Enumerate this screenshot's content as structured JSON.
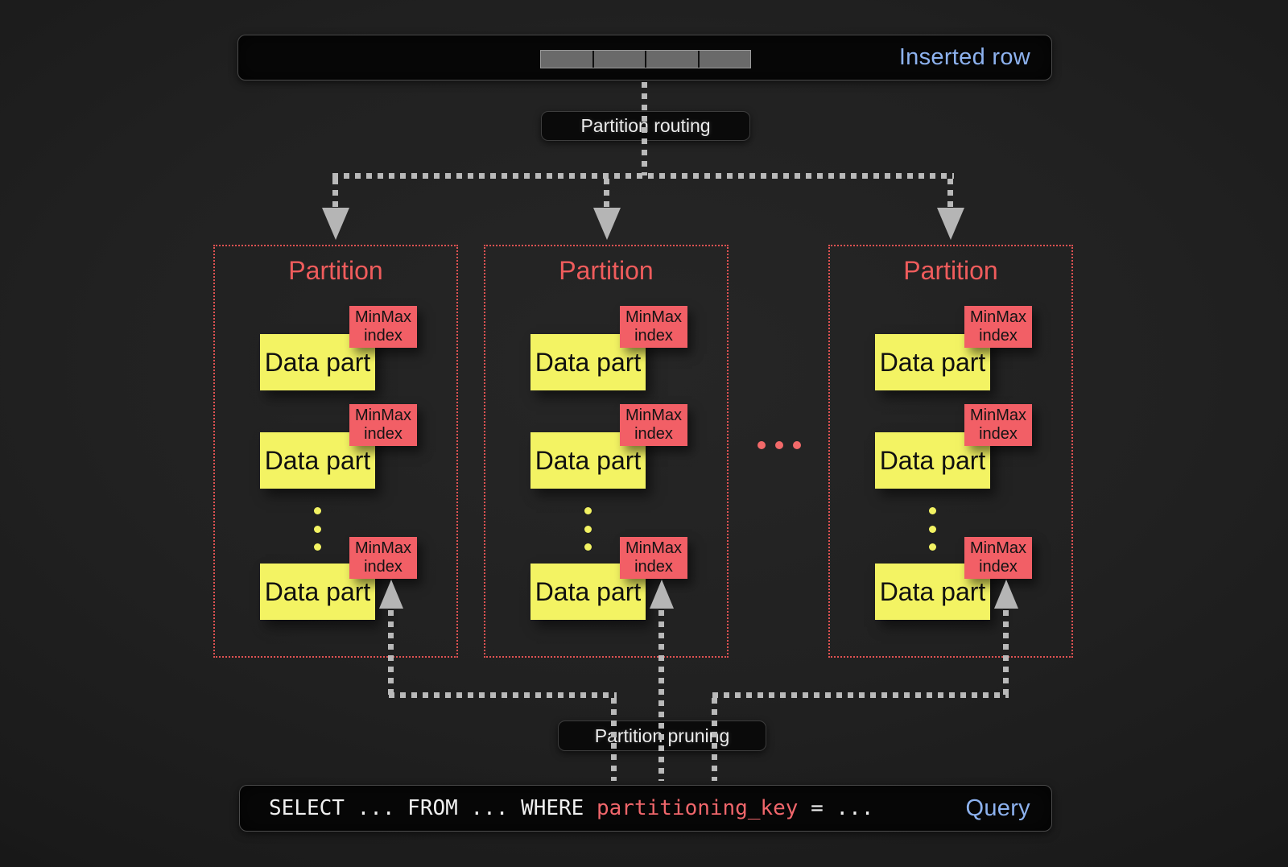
{
  "colors": {
    "accent_blue": "#8db2ef",
    "salmon_red": "#ef5c5c",
    "data_part_yellow": "#f3f363",
    "connector_grey": "#b9b9b9",
    "box_background": "#070707"
  },
  "inserted_row": {
    "label": "Inserted row",
    "segment_count": 4
  },
  "labels": {
    "routing": "Partition routing",
    "pruning": "Partition pruning"
  },
  "partitions": [
    {
      "title": "Partition",
      "rows": [
        {
          "part": "Data part",
          "index": "MinMax index"
        },
        {
          "part": "Data part",
          "index": "MinMax index"
        },
        {
          "part": "Data part",
          "index": "MinMax index"
        }
      ]
    },
    {
      "title": "Partition",
      "rows": [
        {
          "part": "Data part",
          "index": "MinMax index"
        },
        {
          "part": "Data part",
          "index": "MinMax index"
        },
        {
          "part": "Data part",
          "index": "MinMax index"
        }
      ]
    },
    {
      "title": "Partition",
      "rows": [
        {
          "part": "Data part",
          "index": "MinMax index"
        },
        {
          "part": "Data part",
          "index": "MinMax index"
        },
        {
          "part": "Data part",
          "index": "MinMax index"
        }
      ]
    }
  ],
  "query": {
    "sql_prefix": "SELECT ... FROM ... WHERE ",
    "sql_key": "partitioning_key",
    "sql_suffix": " = ...",
    "label": "Query"
  }
}
